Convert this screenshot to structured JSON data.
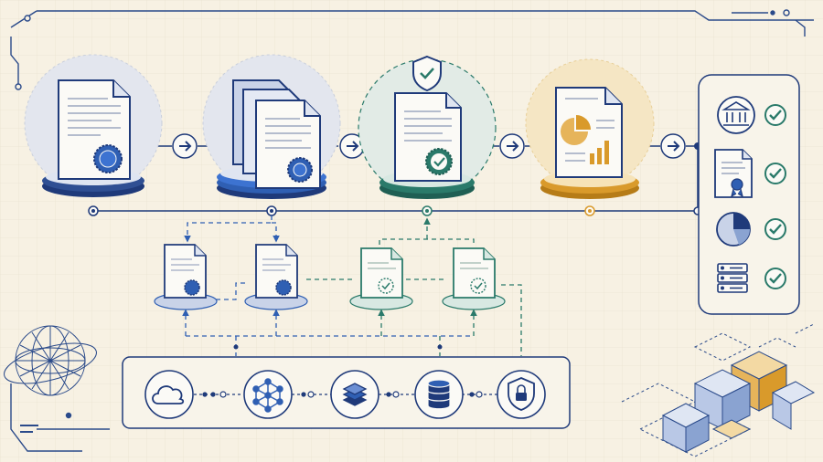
{
  "colors": {
    "background": "#f7f1e3",
    "navy": "#1f3a7a",
    "blue": "#2f5fb3",
    "teal": "#2a7a6a",
    "gold": "#d99a2b",
    "line": "#2a4a8a",
    "paper": "#fbfaf6"
  },
  "pipeline": {
    "stages": [
      {
        "name": "certified-document",
        "accent": "navy",
        "icon": "seal-icon"
      },
      {
        "name": "document-batch",
        "accent": "navy",
        "icon": "seal-icon"
      },
      {
        "name": "verified-document",
        "accent": "teal",
        "icon": "check-badge-icon"
      },
      {
        "name": "report-document",
        "accent": "gold",
        "icon": "chart-icon"
      }
    ]
  },
  "outputs": {
    "items": [
      {
        "icon": "bank-icon",
        "status": "check-icon"
      },
      {
        "icon": "certificate-icon",
        "status": "check-icon"
      },
      {
        "icon": "pie-chart-icon",
        "status": "check-icon"
      },
      {
        "icon": "server-icon",
        "status": "check-icon"
      }
    ]
  },
  "intermediate": {
    "docs": [
      {
        "accent": "blue",
        "icon": "seal-icon"
      },
      {
        "accent": "blue",
        "icon": "seal-icon"
      },
      {
        "accent": "teal",
        "icon": "dashed-check-icon"
      },
      {
        "accent": "teal",
        "icon": "dashed-check-icon"
      }
    ]
  },
  "infrastructure": {
    "nodes": [
      {
        "icon": "cloud-icon"
      },
      {
        "icon": "network-icon"
      },
      {
        "icon": "layers-icon"
      },
      {
        "icon": "database-icon"
      },
      {
        "icon": "lock-shield-icon"
      }
    ]
  }
}
